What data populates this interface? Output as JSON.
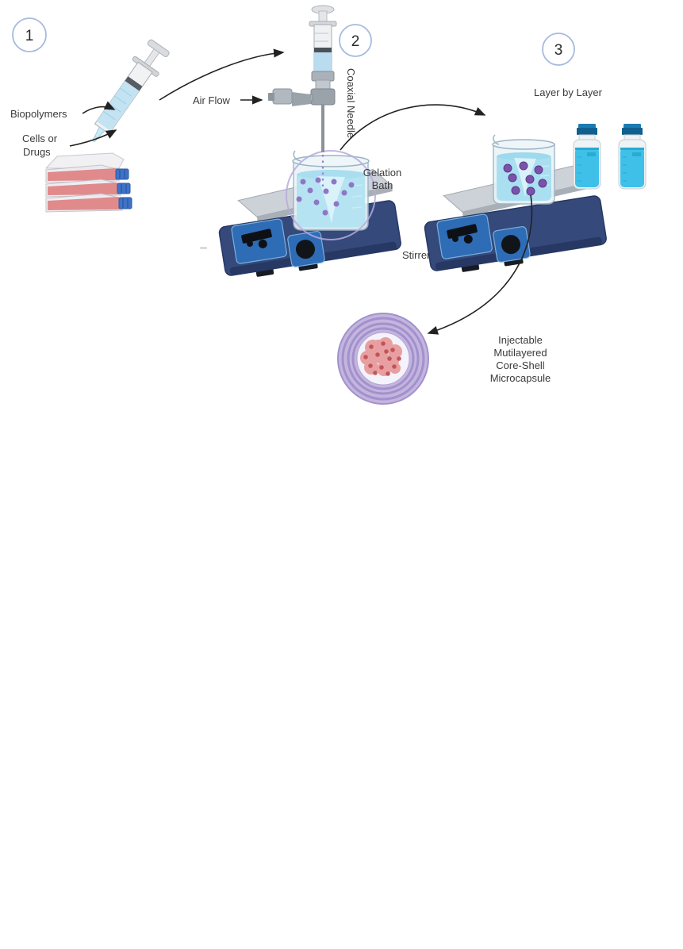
{
  "steps": [
    {
      "number": "1"
    },
    {
      "number": "2"
    },
    {
      "number": "3"
    }
  ],
  "labels": {
    "biopolymers": "Biopolymers",
    "cells_line1": "Cells or",
    "cells_line2": "Drugs",
    "air_flow": "Air Flow",
    "coaxial_needle": "Coaxial Needle",
    "gelation_line1": "Gelation",
    "gelation_line2": "Bath",
    "layer_by_layer": "Layer by Layer",
    "stirrer": "Stirrer",
    "capsule_line1": "Injectable",
    "capsule_line2": "Mutilayered",
    "capsule_line3": "Core-Shell",
    "capsule_line4": "Microcapsule"
  },
  "colors": {
    "step_circle_border": "#a6badf",
    "label_text": "#3a3a3a",
    "arrow": "#222222",
    "stirrer_body_navy": "#35497b",
    "stirrer_panel_blue": "#2e6cb5",
    "stirrer_plate_gray": "#cdd2d8",
    "beaker_liquid_blue": "#b5e3f2",
    "bead_purple_small": "#8f76c5",
    "bead_purple_large": "#7b52ab",
    "bottle_liquid_cyan": "#3fc0e9",
    "bottle_cap_blue": "#10608f",
    "capsule_shell_lavender": "#c3b5de",
    "capsule_ring_purple": "#a291cc",
    "cell_cluster_pink": "#e59193",
    "cell_dot_red": "#bf4e4c",
    "flask_media_pink": "#e18a8c",
    "flask_cap_blue": "#3e73c8",
    "syringe_liquid": "#c3e3f2"
  }
}
